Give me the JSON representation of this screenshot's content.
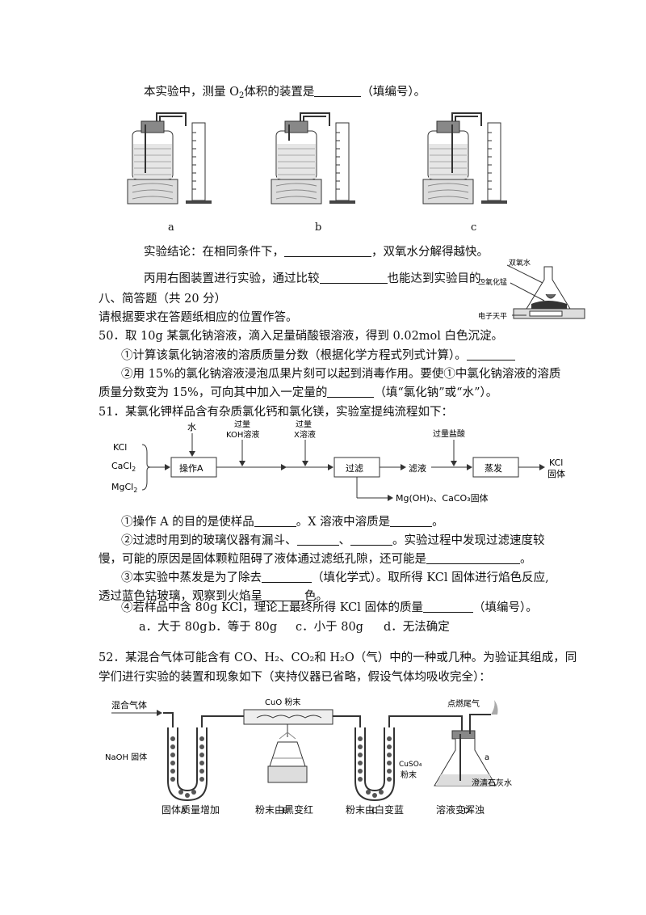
{
  "q_measure": {
    "pre": "本实验中，测量 O",
    "sub": "2",
    "post": "体积的装置是",
    "tail": "（填编号）。"
  },
  "apparatus_labels": [
    "a",
    "b",
    "c"
  ],
  "conclusion": {
    "pre": "实验结论：在相同条件下，",
    "post": "，双氧水分解得越快。"
  },
  "bing": {
    "pre": "丙用右图装置进行实验，通过比较",
    "post": "也能达到实验目的。"
  },
  "balance_fig": {
    "label1": "双氧水",
    "label2": "二氧化锰",
    "label3": "电子天平"
  },
  "section8": "八、简答题（共 20 分）",
  "instruction": "请根据要求在答题纸相应的位置作答。",
  "q50": {
    "stem": "50．取 10g 某氯化钠溶液，滴入足量硝酸银溶液，得到 0.02mol 白色沉淀。",
    "p1": "①计算该氯化钠溶液的溶质质量分数（根据化学方程式列式计算）。",
    "p2a": "②用  15%的氯化钠溶液浸泡瓜果片刻可以起到消毒作用。要使①中氯化钠溶液的溶质",
    "p2b_pre": "质量分数变为 15%，可向其中加入一定量的",
    "p2b_post": "（填“氯化钠”或“水”）。"
  },
  "q51": {
    "stem": "51．某氯化钾样品含有杂质氯化钙和氯化镁，实验室提纯流程如下：",
    "p1_pre": "①操作 A 的目的是使样品",
    "p1_mid": "。X 溶液中溶质是",
    "p1_post": "。",
    "p2_pre": "②过滤时用到的玻璃仪器有漏斗、",
    "p2_sep": "、",
    "p2_post": "。实验过程中发现过滤速度较",
    "p2b_pre": "慢，可能的原因是固体颗粒阻碍了液体通过滤纸孔隙，还可能是",
    "p2b_post": "。",
    "p3_pre": "③本实验中蒸发是为了除去",
    "p3_post": "（填化学式）。取所得  KCl 固体进行焰色反应,",
    "p3b_pre": "透过蓝色钴玻璃，观察到火焰呈",
    "p3b_post": "色。",
    "p4_pre": "④若样品中含 80g KCl，理论上最终所得 KCl 固体的质量",
    "p4_post": "（填编号）。",
    "options": [
      "a．大于 80g",
      "b．等于 80g",
      "c．小于 80g",
      "d．无法确定"
    ]
  },
  "flow": {
    "water": "水",
    "koh_1": "过量",
    "koh_2": "KOH溶液",
    "x_1": "过量",
    "x_2": "X溶液",
    "hcl": "过量盐酸",
    "kcl": "KCl",
    "cacl": "CaCl",
    "cacl_sub": "2",
    "mgcl": "MgCl",
    "mgcl_sub": "2",
    "op_a": "操作A",
    "filter": "过滤",
    "filtrate": "滤液",
    "evaporate": "蒸发",
    "out_1": "KCl",
    "out_2": "固体",
    "precip": "Mg(OH)₂、CaCO₃固体"
  },
  "q52": {
    "stem1": "52．某混合气体可能含有 CO、H₂、CO₂和 H₂O（气）中的一种或几种。为验证其组成，同",
    "stem2": "学们进行实验的装置和现象如下（夹持仪器已省略，假设气体均吸收完全）："
  },
  "fig52": {
    "mixed_gas": "混合气体",
    "cuo": "CuO 粉末",
    "ignite": "点燃尾气",
    "naoh": "NaOH 固体",
    "cuso4": "CuSO₄",
    "powder": "粉末",
    "a_label": "a",
    "limewater": "澄清石灰水",
    "A": "A",
    "B": "B",
    "C": "C",
    "D": "D",
    "A_obs": "固体质量增加",
    "B_obs": "粉末由黑变红",
    "C_obs": "粉末由白变蓝",
    "D_obs": "溶液变浑浊"
  }
}
